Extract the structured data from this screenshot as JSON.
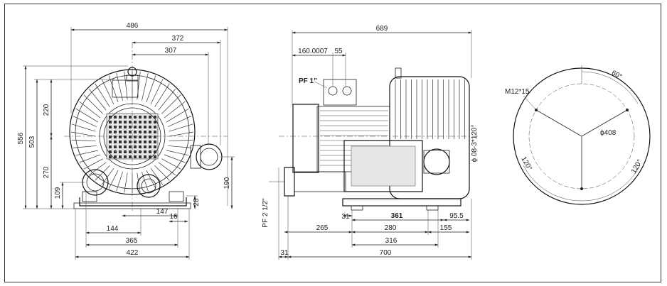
{
  "front_view": {
    "dims": {
      "overall_width": "486",
      "top_372": "372",
      "top_307": "307",
      "height_556": "556",
      "height_503": "503",
      "h_220": "220",
      "h_270": "270",
      "h_109": "109",
      "h_190": "190",
      "h_28": "28",
      "w_147": "147",
      "w_16": "16",
      "w_144": "144",
      "w_365": "365",
      "w_422": "422"
    }
  },
  "side_view": {
    "dims": {
      "overall_length": "689",
      "offset_160": "160.0007",
      "offset_55": "55",
      "port_label": "PF 1\"",
      "outlet_label": "PF 2 1/2\"",
      "w_31a": "31",
      "w_361": "361",
      "w_95_5": "95.5",
      "w_265": "265",
      "w_280": "280",
      "w_155": "155",
      "w_316": "316",
      "w_31b": "31",
      "w_700": "700",
      "holes": "ϕ 08-3*120°"
    }
  },
  "flange_view": {
    "dims": {
      "bolt": "M12*15",
      "angle_60": "60°",
      "pcd": "ϕ408",
      "angle_120a": "120°",
      "angle_120b": "120°"
    }
  }
}
